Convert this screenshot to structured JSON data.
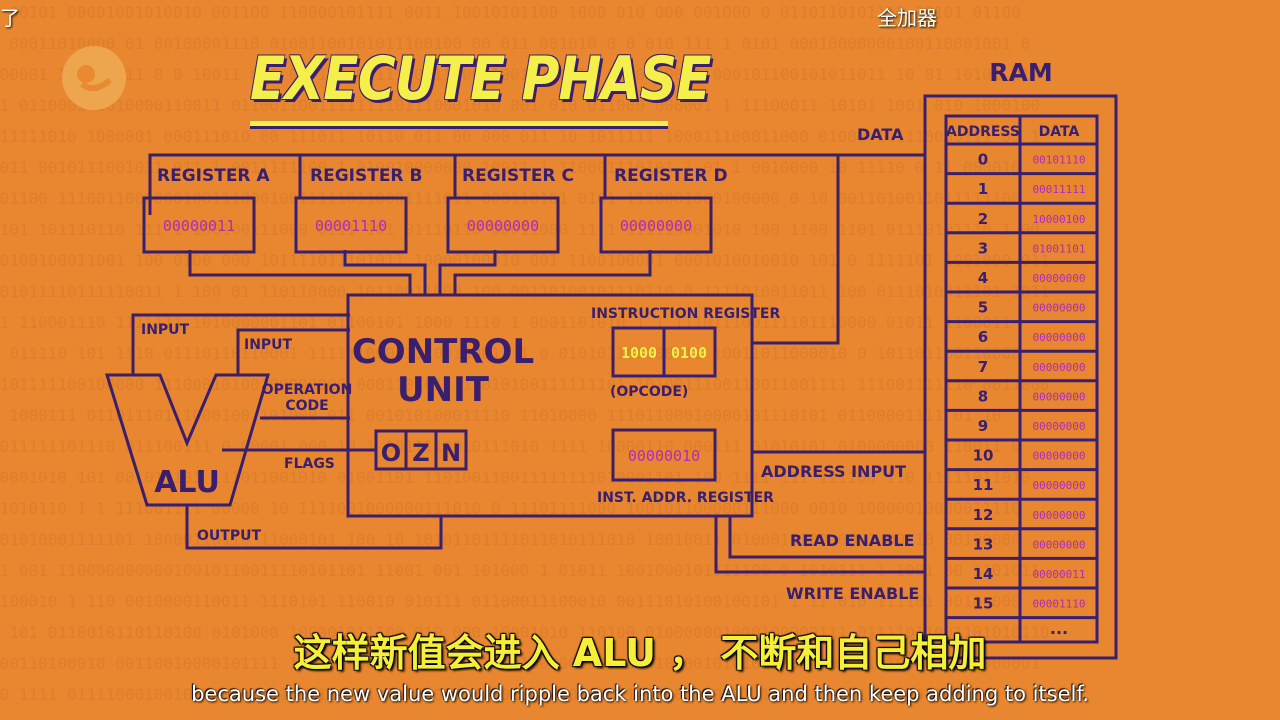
{
  "corner": {
    "left": "了",
    "right": "全加器"
  },
  "title": "EXECUTE PHASE",
  "registers": [
    {
      "label": "REGISTER A",
      "value": "00000011"
    },
    {
      "label": "REGISTER B",
      "value": "00001110"
    },
    {
      "label": "REGISTER C",
      "value": "00000000"
    },
    {
      "label": "REGISTER D",
      "value": "00000000"
    }
  ],
  "control_unit": {
    "label_line1": "CONTROL",
    "label_line2": "UNIT",
    "instruction_register_label": "INSTRUCTION REGISTER",
    "opcode": "1000",
    "operand": "0100",
    "opcode_label": "(OPCODE)",
    "inst_addr_value": "00000010",
    "inst_addr_label": "INST. ADDR. REGISTER",
    "flags": [
      "O",
      "Z",
      "N"
    ]
  },
  "alu": {
    "label": "ALU",
    "input1": "INPUT",
    "input2": "INPUT",
    "op_code_line1": "OPERATION",
    "op_code_line2": "CODE",
    "flags": "FLAGS",
    "output": "OUTPUT"
  },
  "bus": {
    "data": "DATA",
    "address_input": "ADDRESS INPUT",
    "read_enable": "READ ENABLE",
    "write_enable": "WRITE ENABLE"
  },
  "ram": {
    "title": "RAM",
    "col_address": "ADDRESS",
    "col_data": "DATA",
    "rows": [
      {
        "address": "0",
        "data": "00101110"
      },
      {
        "address": "1",
        "data": "00011111"
      },
      {
        "address": "2",
        "data": "10000100"
      },
      {
        "address": "3",
        "data": "01001101"
      },
      {
        "address": "4",
        "data": "00000000"
      },
      {
        "address": "5",
        "data": "00000000"
      },
      {
        "address": "6",
        "data": "00000000"
      },
      {
        "address": "7",
        "data": "00000000"
      },
      {
        "address": "8",
        "data": "00000000"
      },
      {
        "address": "9",
        "data": "00000000"
      },
      {
        "address": "10",
        "data": "00000000"
      },
      {
        "address": "11",
        "data": "00000000"
      },
      {
        "address": "12",
        "data": "00000000"
      },
      {
        "address": "13",
        "data": "00000000"
      },
      {
        "address": "14",
        "data": "00000011"
      },
      {
        "address": "15",
        "data": "00001110"
      }
    ],
    "ellipsis": "..."
  },
  "subtitle": {
    "cn": "这样新值会进入 ALU ， 不断和自己相加",
    "en": "because the new value would ripple back into the ALU and then keep adding to itself."
  },
  "colors": {
    "background": "#e8872f",
    "line": "#3a1f6e",
    "value": "#b02bb8",
    "highlight": "#f4ef4a"
  }
}
